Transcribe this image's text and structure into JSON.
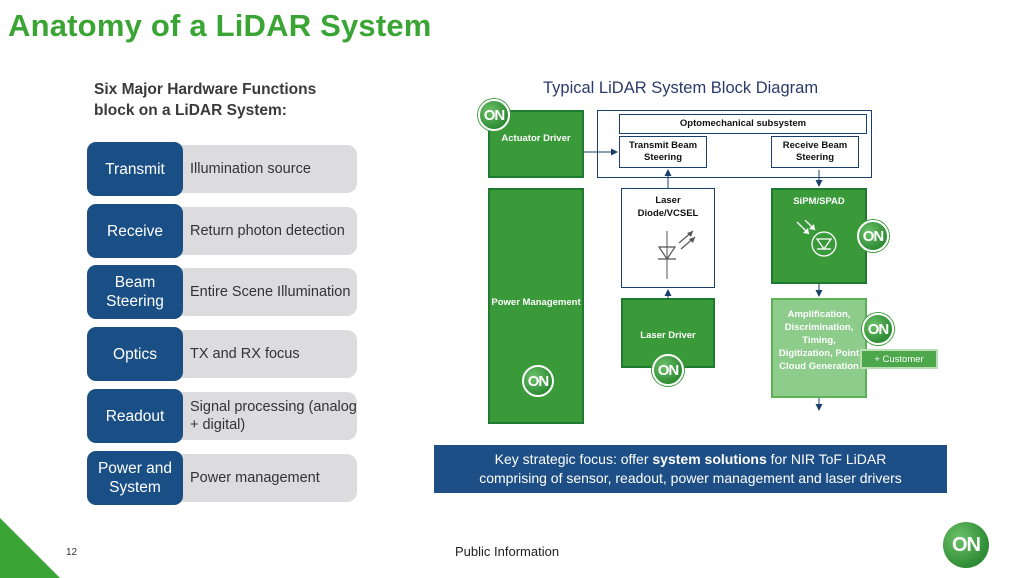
{
  "slide": {
    "title": "Anatomy of a LiDAR System",
    "page_number": "12",
    "footer": "Public Information"
  },
  "left": {
    "heading": "Six Major Hardware Functions block on a LiDAR System:",
    "functions": [
      {
        "name": "Transmit",
        "desc": "Illumination source"
      },
      {
        "name": "Receive",
        "desc": "Return photon detection"
      },
      {
        "name": "Beam\nSteering",
        "desc": "Entire Scene Illumination"
      },
      {
        "name": "Optics",
        "desc": "TX and RX focus"
      },
      {
        "name": "Readout",
        "desc": "Signal processing (analog + digital)"
      },
      {
        "name": "Power and\nSystem",
        "desc": "Power management"
      }
    ]
  },
  "diagram": {
    "title": "Typical LiDAR System Block Diagram",
    "actuator_driver": "Actuator Driver",
    "optomechanical": "Optomechanical subsystem",
    "transmit_beam": "Transmit Beam Steering",
    "receive_beam": "Receive Beam Steering",
    "power_management": "Power Management",
    "laser_diode": "Laser Diode/VCSEL",
    "sipm": "SiPM/SPAD",
    "laser_driver": "Laser Driver",
    "readout": "Amplification, Discrimination, Timing, Digitization, Point Cloud Generation",
    "customer": "+ Customer",
    "logo_text": "ON"
  },
  "banner": {
    "prefix": "Key strategic focus: offer ",
    "bold": "system solutions",
    "suffix_line1": " for NIR ToF LiDAR",
    "line2": "comprising of sensor, readout, power management and laser drivers"
  },
  "colors": {
    "brand_green": "#3aa535",
    "navy": "#1a4f86",
    "gray_pill": "#dcdcdf"
  }
}
